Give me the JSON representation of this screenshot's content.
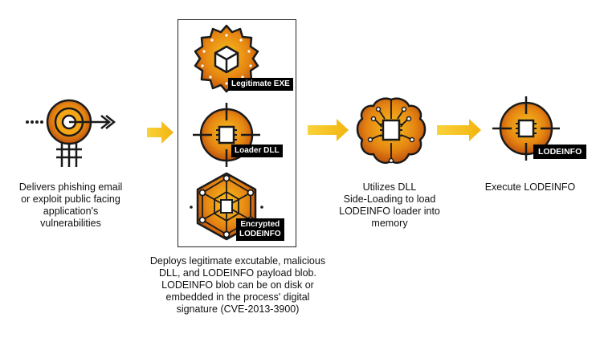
{
  "colors": {
    "orange_dark": "#b84a0e",
    "orange_mid": "#e07a12",
    "orange_light": "#f6b81c",
    "yellow_arrow": "#f7c325",
    "outline": "#1a1a1a"
  },
  "steps": [
    {
      "icon": "target-arrow-icon",
      "caption": "Delivers phishing email\nor exploit public facing\napplication's\nvulnerabilities"
    },
    {
      "icons": [
        {
          "icon": "gear-box-icon",
          "label": "Legitimate EXE"
        },
        {
          "icon": "crosshair-chip-icon",
          "label": "Loader DLL"
        },
        {
          "icon": "hexagon-network-icon",
          "label": "Encrypted\nLODEINFO"
        }
      ],
      "caption": "Deploys legitimate excutable, malicious\nDLL, and LODEINFO payload blob.\nLODEINFO blob can be on disk or\nembedded in the process' digital\nsignature (CVE-2013-3900)"
    },
    {
      "icon": "brain-chip-icon",
      "caption": "Utilizes DLL\nSide-Loading to load\nLODEINFO loader into\nmemory"
    },
    {
      "icon": "crosshair-chip-icon",
      "label": "LODEINFO",
      "caption": "Execute LODEINFO"
    }
  ]
}
